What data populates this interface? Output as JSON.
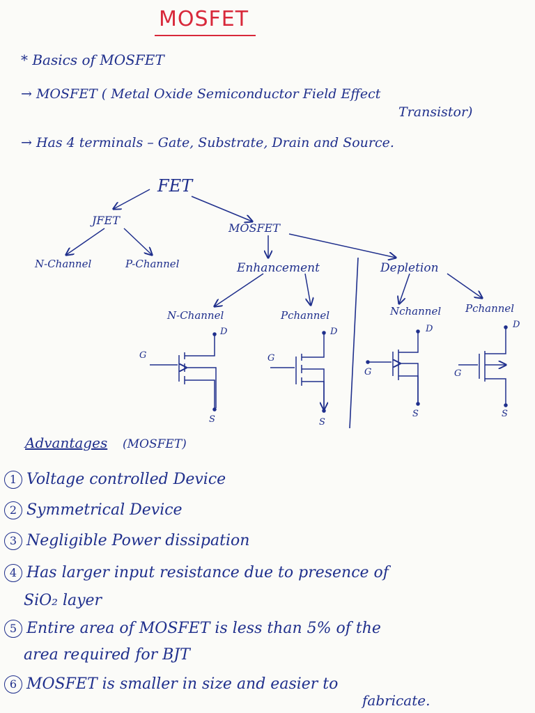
{
  "title": "MOSFET",
  "basics": {
    "heading": "* Basics of MOSFET",
    "line1": "→ MOSFET ( Metal Oxide Semiconductor Field Effect",
    "line1b": "Transistor)",
    "line2": "→ Has 4 terminals – Gate, Substrate, Drain and Source."
  },
  "tree": {
    "root": "FET",
    "jfet": "JFET",
    "mosfet": "MOSFET",
    "jfet_n": "N-Channel",
    "jfet_p": "P-Channel",
    "enhancement": "Enhancement",
    "depletion": "Depletion",
    "enh_n": "N-Channel",
    "enh_p": "Pchannel",
    "dep_n": "Nchannel",
    "dep_p": "Pchannel"
  },
  "terminals": {
    "drain": "D",
    "gate": "G",
    "source": "S"
  },
  "advantages": {
    "heading": "Advantages",
    "heading_note": "(MOSFET)",
    "items": [
      {
        "num": "1",
        "text": "Voltage controlled Device"
      },
      {
        "num": "2",
        "text": "Symmetrical Device"
      },
      {
        "num": "3",
        "text": "Negligible Power dissipation"
      },
      {
        "num": "4",
        "text": "Has larger input resistance due to presence of",
        "text2": "SiO₂ layer"
      },
      {
        "num": "5",
        "text": "Entire area of MOSFET is less than 5% of the",
        "text2": "area required for BJT"
      },
      {
        "num": "6",
        "text": "MOSFET is smaller in size and easier to",
        "text2": "fabricate."
      }
    ]
  },
  "colors": {
    "ink": "#1f2f8c",
    "title": "#d8283a",
    "paper": "#fbfbf8"
  }
}
